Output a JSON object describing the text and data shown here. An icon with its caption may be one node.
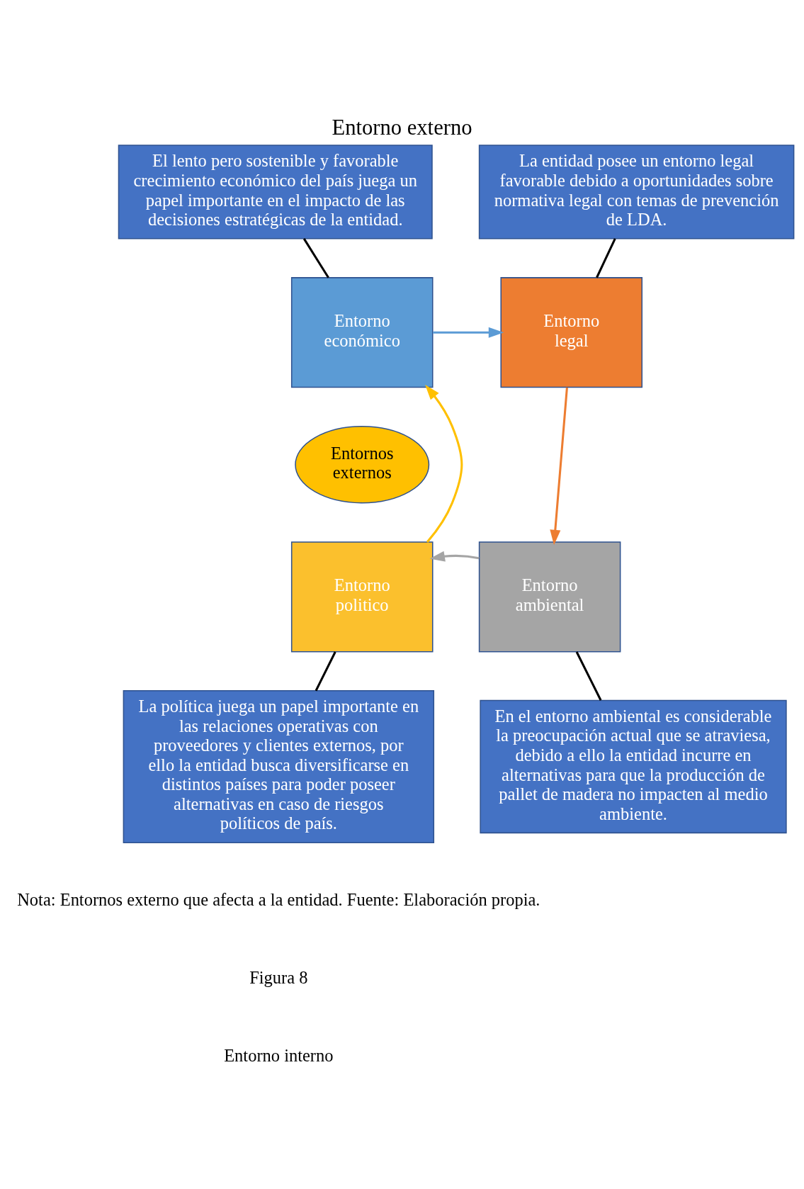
{
  "diagram": {
    "title": "Entorno externo",
    "nodes": [
      {
        "text": [
          "El lento pero sostenible y favorable crecimiento económico del país juega un papel importante en el impacto de las decisiones estratégicas de la entidad."
        ]
      },
      {
        "text": [
          "La entidad posee un entorno legal favorable debido a oportunidades sobre normativa legal con temas de prevención de LDA."
        ]
      },
      {
        "text": [
          "Entorno económico"
        ]
      },
      {
        "text": [
          "Entorno legal"
        ]
      },
      {
        "text": [
          "Entornos externos"
        ]
      },
      {
        "text": [
          "Entorno politico"
        ]
      },
      {
        "text": [
          "Entorno ambiental"
        ]
      },
      {
        "text": [
          "La política juega un papel importante en las relaciones operativas con proveedores y clientes externos, por ello la entidad busca diversificarse en distintos países para poder poseer alternativas en caso de riesgos políticos de país."
        ]
      },
      {
        "text": [
          "En el entorno ambiental es considerable la preocupación actual que se atraviesa, debido a ello la entidad incurre en alternativas para que la producción de pallet de madera no impacten al medio ambiente."
        ]
      }
    ],
    "edges": [
      {
        "from": 0,
        "to": 2,
        "arrow": "none"
      },
      {
        "from": 1,
        "to": 3,
        "arrow": "none"
      },
      {
        "from": 2,
        "to": 3,
        "arrow": "to",
        "color": "#5b9bd5"
      },
      {
        "from": 3,
        "to": 6,
        "arrow": "to",
        "color": "#ed7d31"
      },
      {
        "from": 6,
        "to": 5,
        "arrow": "to",
        "color": "#a5a5a5"
      },
      {
        "from": 5,
        "to": 2,
        "arrow": "to",
        "color": "#ffc000"
      },
      {
        "from": 7,
        "to": 5,
        "arrow": "none"
      },
      {
        "from": 8,
        "to": 6,
        "arrow": "none"
      }
    ],
    "labels": [
      "Nota: Entornos externo que afecta a la entidad. Fuente: Elaboración propia.",
      "Figura 8",
      "Entorno interno"
    ]
  }
}
